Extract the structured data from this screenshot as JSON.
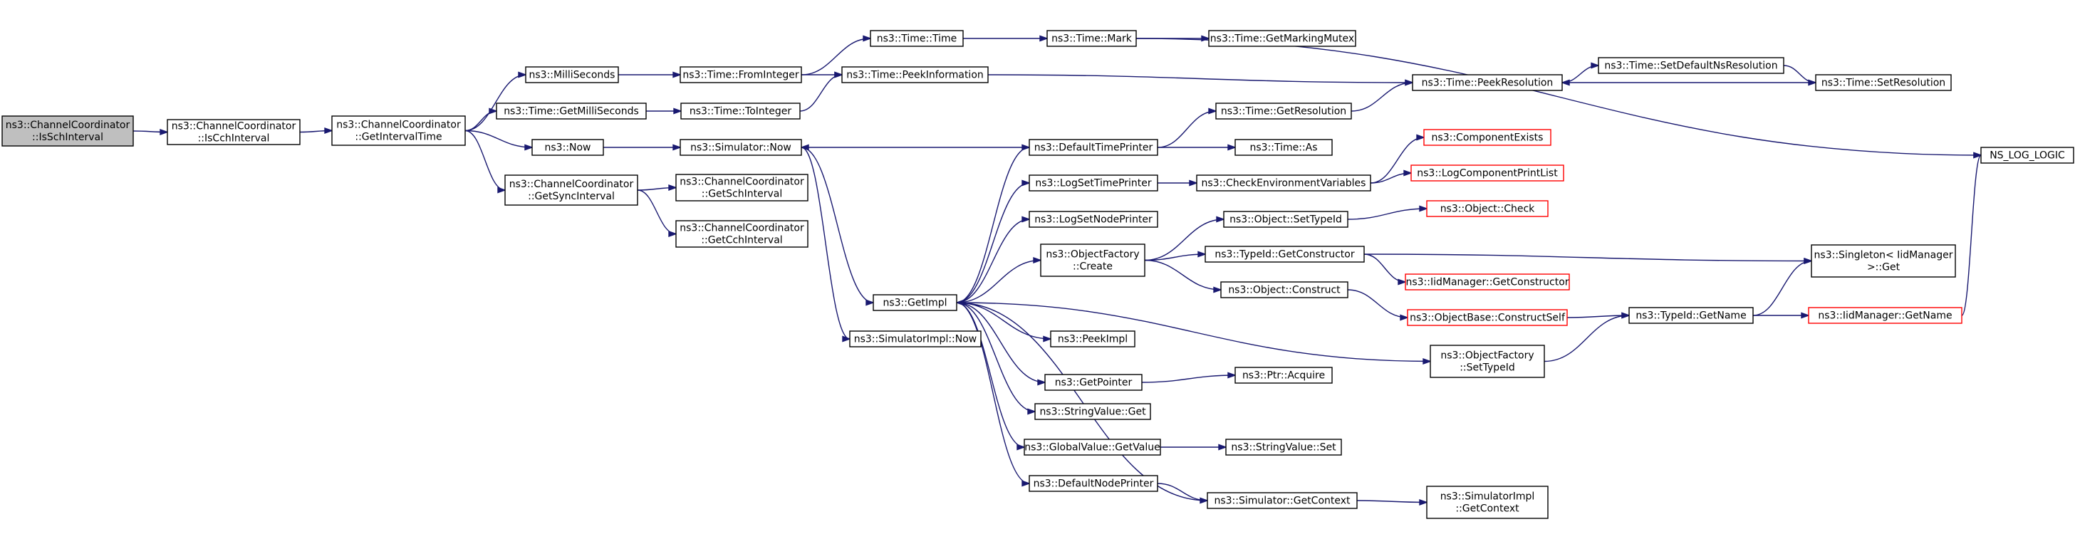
{
  "colors": {
    "edge": "#191970",
    "node_border": "#000000",
    "node_fill": "#ffffff",
    "root_fill": "#bfbfbf",
    "truncated_border": "#ff0000"
  },
  "nodes": [
    {
      "id": "n0",
      "lines": [
        "ns3::ChannelCoordinator",
        "::IsSchInterval"
      ],
      "style": "root"
    },
    {
      "id": "n1",
      "lines": [
        "ns3::ChannelCoordinator",
        "::IsCchInterval"
      ],
      "style": "normal"
    },
    {
      "id": "n2",
      "lines": [
        "ns3::ChannelCoordinator",
        "::GetIntervalTime"
      ],
      "style": "normal"
    },
    {
      "id": "n3",
      "lines": [
        "ns3::MilliSeconds"
      ],
      "style": "normal"
    },
    {
      "id": "n4",
      "lines": [
        "ns3::Time::GetMilliSeconds"
      ],
      "style": "normal"
    },
    {
      "id": "n5",
      "lines": [
        "ns3::Now"
      ],
      "style": "normal"
    },
    {
      "id": "n6",
      "lines": [
        "ns3::ChannelCoordinator",
        "::GetSyncInterval"
      ],
      "style": "normal"
    },
    {
      "id": "n7",
      "lines": [
        "ns3::Time::FromInteger"
      ],
      "style": "normal"
    },
    {
      "id": "n8",
      "lines": [
        "ns3::Time::ToInteger"
      ],
      "style": "normal"
    },
    {
      "id": "n9",
      "lines": [
        "ns3::Simulator::Now"
      ],
      "style": "normal"
    },
    {
      "id": "n10",
      "lines": [
        "ns3::ChannelCoordinator",
        "::GetSchInterval"
      ],
      "style": "normal"
    },
    {
      "id": "n11",
      "lines": [
        "ns3::ChannelCoordinator",
        "::GetCchInterval"
      ],
      "style": "normal"
    },
    {
      "id": "n12",
      "lines": [
        "ns3::Time::Time"
      ],
      "style": "normal"
    },
    {
      "id": "n13",
      "lines": [
        "ns3::Time::PeekInformation"
      ],
      "style": "normal"
    },
    {
      "id": "n14",
      "lines": [
        "ns3::GetImpl"
      ],
      "style": "normal"
    },
    {
      "id": "n15",
      "lines": [
        "ns3::SimulatorImpl::Now"
      ],
      "style": "normal"
    },
    {
      "id": "n16",
      "lines": [
        "ns3::Time::Mark"
      ],
      "style": "normal"
    },
    {
      "id": "n17",
      "lines": [
        "ns3::DefaultTimePrinter"
      ],
      "style": "normal"
    },
    {
      "id": "n18",
      "lines": [
        "ns3::LogSetTimePrinter"
      ],
      "style": "normal"
    },
    {
      "id": "n19",
      "lines": [
        "ns3::LogSetNodePrinter"
      ],
      "style": "normal"
    },
    {
      "id": "n20",
      "lines": [
        "ns3::ObjectFactory",
        "::Create"
      ],
      "style": "normal"
    },
    {
      "id": "n21",
      "lines": [
        "ns3::PeekImpl"
      ],
      "style": "normal"
    },
    {
      "id": "n22",
      "lines": [
        "ns3::GetPointer"
      ],
      "style": "normal"
    },
    {
      "id": "n23",
      "lines": [
        "ns3::StringValue::Get"
      ],
      "style": "normal"
    },
    {
      "id": "n24",
      "lines": [
        "ns3::GlobalValue::GetValue"
      ],
      "style": "normal"
    },
    {
      "id": "n25",
      "lines": [
        "ns3::DefaultNodePrinter"
      ],
      "style": "normal"
    },
    {
      "id": "n26",
      "lines": [
        "ns3::Time::GetMarkingMutex"
      ],
      "style": "normal"
    },
    {
      "id": "n27",
      "lines": [
        "ns3::Time::GetResolution"
      ],
      "style": "normal"
    },
    {
      "id": "n28",
      "lines": [
        "ns3::Time::As"
      ],
      "style": "normal"
    },
    {
      "id": "n29",
      "lines": [
        "ns3::CheckEnvironmentVariables"
      ],
      "style": "normal"
    },
    {
      "id": "n30",
      "lines": [
        "ns3::Object::SetTypeId"
      ],
      "style": "normal"
    },
    {
      "id": "n31",
      "lines": [
        "ns3::TypeId::GetConstructor"
      ],
      "style": "normal"
    },
    {
      "id": "n32",
      "lines": [
        "ns3::Object::Construct"
      ],
      "style": "normal"
    },
    {
      "id": "n33",
      "lines": [
        "ns3::Ptr::Acquire"
      ],
      "style": "normal"
    },
    {
      "id": "n34",
      "lines": [
        "ns3::StringValue::Set"
      ],
      "style": "normal"
    },
    {
      "id": "n35",
      "lines": [
        "ns3::Simulator::GetContext"
      ],
      "style": "normal"
    },
    {
      "id": "n36",
      "lines": [
        "ns3::ComponentExists"
      ],
      "style": "truncated"
    },
    {
      "id": "n37",
      "lines": [
        "ns3::LogComponentPrintList"
      ],
      "style": "truncated"
    },
    {
      "id": "n38",
      "lines": [
        "ns3::Object::Check"
      ],
      "style": "truncated"
    },
    {
      "id": "n39",
      "lines": [
        "ns3::IidManager::GetConstructor"
      ],
      "style": "truncated"
    },
    {
      "id": "n40",
      "lines": [
        "ns3::ObjectBase::ConstructSelf"
      ],
      "style": "truncated"
    },
    {
      "id": "n41",
      "lines": [
        "ns3::ObjectFactory",
        "::SetTypeId"
      ],
      "style": "normal"
    },
    {
      "id": "n42",
      "lines": [
        "ns3::SimulatorImpl",
        "::GetContext"
      ],
      "style": "normal"
    },
    {
      "id": "n43",
      "lines": [
        "ns3::Time::PeekResolution"
      ],
      "style": "normal"
    },
    {
      "id": "n44",
      "lines": [
        "ns3::TypeId::GetName"
      ],
      "style": "normal"
    },
    {
      "id": "n45",
      "lines": [
        "ns3::Time::SetDefaultNsResolution"
      ],
      "style": "normal"
    },
    {
      "id": "n46",
      "lines": [
        "ns3::Time::SetResolution"
      ],
      "style": "normal"
    },
    {
      "id": "n47",
      "lines": [
        "ns3::Singleton< IidManager",
        ">::Get"
      ],
      "style": "normal"
    },
    {
      "id": "n48",
      "lines": [
        "ns3::IidManager::GetName"
      ],
      "style": "truncated"
    },
    {
      "id": "n49",
      "lines": [
        "NS_LOG_LOGIC"
      ],
      "style": "normal"
    }
  ],
  "edges": [
    [
      "n0",
      "n1"
    ],
    [
      "n1",
      "n2"
    ],
    [
      "n2",
      "n3"
    ],
    [
      "n2",
      "n4"
    ],
    [
      "n2",
      "n5"
    ],
    [
      "n2",
      "n6"
    ],
    [
      "n3",
      "n7"
    ],
    [
      "n4",
      "n8"
    ],
    [
      "n5",
      "n9"
    ],
    [
      "n6",
      "n10"
    ],
    [
      "n6",
      "n11"
    ],
    [
      "n7",
      "n12"
    ],
    [
      "n7",
      "n13"
    ],
    [
      "n8",
      "n13"
    ],
    [
      "n9",
      "n14"
    ],
    [
      "n9",
      "n15"
    ],
    [
      "n12",
      "n16"
    ],
    [
      "n13",
      "n43"
    ],
    [
      "n14",
      "n17"
    ],
    [
      "n14",
      "n18"
    ],
    [
      "n14",
      "n19"
    ],
    [
      "n14",
      "n20"
    ],
    [
      "n14",
      "n21"
    ],
    [
      "n14",
      "n22"
    ],
    [
      "n14",
      "n23"
    ],
    [
      "n14",
      "n24"
    ],
    [
      "n14",
      "n25"
    ],
    [
      "n14",
      "n41"
    ],
    [
      "n16",
      "n26"
    ],
    [
      "n16",
      "n49"
    ],
    [
      "n17",
      "n9"
    ],
    [
      "n17",
      "n27"
    ],
    [
      "n17",
      "n28"
    ],
    [
      "n18",
      "n29"
    ],
    [
      "n20",
      "n30"
    ],
    [
      "n20",
      "n31"
    ],
    [
      "n20",
      "n32"
    ],
    [
      "n22",
      "n33"
    ],
    [
      "n24",
      "n34"
    ],
    [
      "n25",
      "n35"
    ],
    [
      "n27",
      "n43"
    ],
    [
      "n29",
      "n36"
    ],
    [
      "n29",
      "n37"
    ],
    [
      "n30",
      "n38"
    ],
    [
      "n31",
      "n39"
    ],
    [
      "n31",
      "n47"
    ],
    [
      "n32",
      "n40"
    ],
    [
      "n35",
      "n14"
    ],
    [
      "n35",
      "n42"
    ],
    [
      "n40",
      "n44"
    ],
    [
      "n41",
      "n44"
    ],
    [
      "n43",
      "n45"
    ],
    [
      "n45",
      "n46"
    ],
    [
      "n46",
      "n43"
    ],
    [
      "n44",
      "n47"
    ],
    [
      "n44",
      "n48"
    ],
    [
      "n48",
      "n49"
    ]
  ]
}
